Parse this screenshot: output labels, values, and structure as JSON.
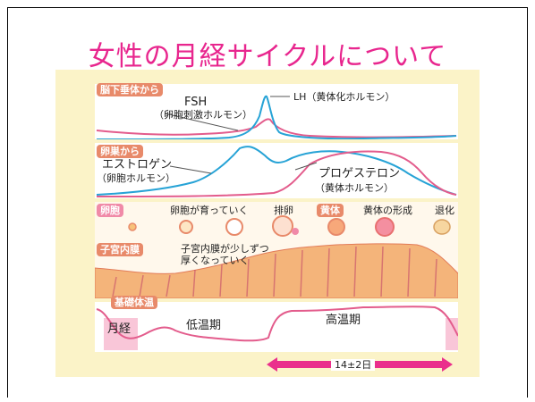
{
  "slide": {
    "title": "女性の月経サイクルについて"
  },
  "colors": {
    "title": "#e8268e",
    "lh_line": "#27a3d6",
    "fsh_line": "#e35c8c",
    "badge": "#e88a6a",
    "background": "#fbf3c8"
  },
  "pituitary": {
    "badge": "脳下垂体から",
    "fsh": "FSH",
    "fsh_sub": "（卵胞刺激ホルモン）",
    "lh": "LH（黄体化ホルモン）"
  },
  "ovary": {
    "badge": "卵巣から",
    "estrogen": "エストロゲン",
    "estrogen_sub": "（卵胞ホルモン）",
    "progesterone": "プロゲステロン",
    "progesterone_sub": "（黄体ホルモン）"
  },
  "follicle": {
    "badge": "卵胞",
    "growing": "卵胞が育っていく",
    "ovulation": "排卵",
    "corpus_luteum_badge": "黄体",
    "formation": "黄体の形成",
    "regression": "退化"
  },
  "endometrium": {
    "badge": "子宮内膜",
    "note_line1": "子宮内膜が少しずつ",
    "note_line2": "厚くなっていく"
  },
  "temperature": {
    "badge": "基礎体温",
    "menstruation": "月経",
    "low_phase": "低温期",
    "high_phase": "高温期"
  },
  "duration": {
    "label": "14±2日"
  }
}
